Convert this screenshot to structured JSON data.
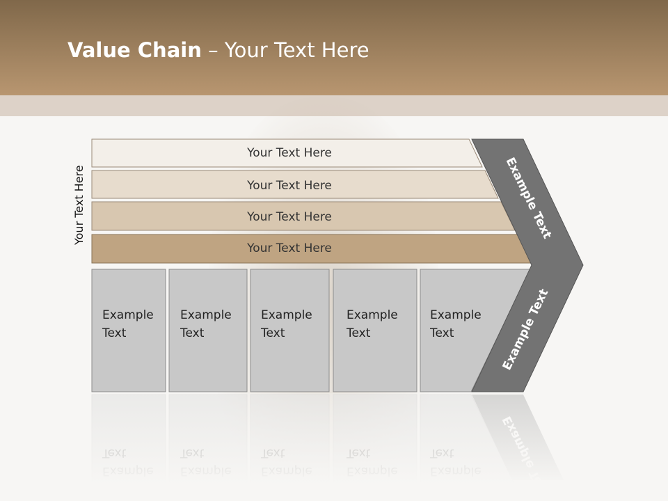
{
  "title": {
    "bold": "Value Chain",
    "rest": " – Your Text Here"
  },
  "side_label": "Your Text Here",
  "rows": [
    {
      "label": "Your Text Here",
      "color": "#f3efe9"
    },
    {
      "label": "Your Text Here",
      "color": "#e7dccd"
    },
    {
      "label": "Your Text Here",
      "color": "#d8c7b0"
    },
    {
      "label": "Your Text Here",
      "color": "#bfa482"
    }
  ],
  "boxes": [
    {
      "line1": "Example",
      "line2": "Text"
    },
    {
      "line1": "Example",
      "line2": "Text"
    },
    {
      "line1": "Example",
      "line2": "Text"
    },
    {
      "line1": "Example",
      "line2": "Text"
    },
    {
      "line1": "Example",
      "line2": "Text"
    }
  ],
  "chevron": {
    "upper": "Example Text",
    "lower": "Example Text",
    "color": "#737373"
  },
  "colors": {
    "header_top": "#80684a",
    "header_bottom": "#b89670",
    "box": "#c8c8c8"
  }
}
